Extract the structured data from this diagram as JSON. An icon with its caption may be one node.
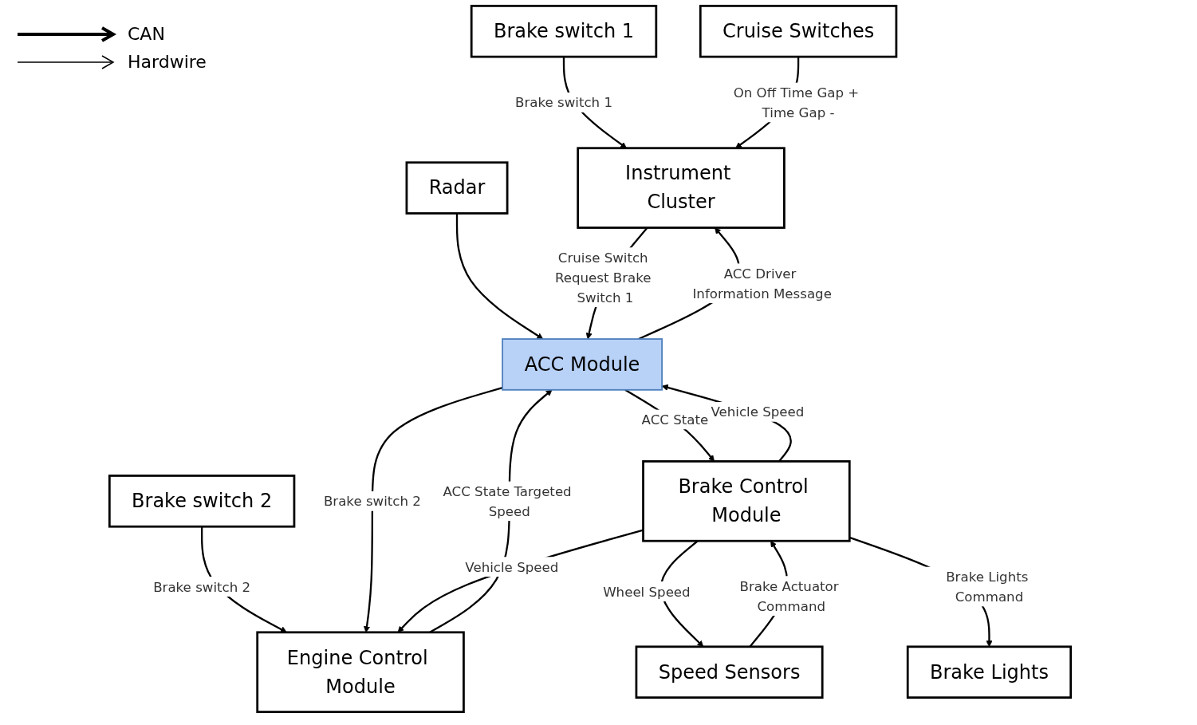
{
  "diagram": {
    "nodes": [
      {
        "text": [
          "Brake switch 1"
        ]
      },
      {
        "text": [
          "Radar"
        ]
      },
      {
        "text": [
          "Brake switch 2"
        ]
      },
      {
        "text": [
          "Instrument Cluster"
        ]
      },
      {
        "text": [
          "ACC Module"
        ]
      },
      {
        "text": [
          "Engine Control Module"
        ]
      },
      {
        "text": [
          "Cruise Switches"
        ]
      },
      {
        "text": [
          "Brake Control Module"
        ]
      },
      {
        "text": [
          "Speed Sensors"
        ]
      },
      {
        "text": [
          "Brake Lights"
        ]
      }
    ],
    "edges": [
      {
        "from": 0,
        "to": 3,
        "arrow": "to",
        "label": "Brake switch 1"
      },
      {
        "from": 1,
        "to": 4,
        "arrow": "to"
      },
      {
        "from": 2,
        "to": 5,
        "arrow": "to",
        "label": "Brake switch 2"
      },
      {
        "from": 3,
        "to": 4,
        "arrow": "to",
        "label": "Cruise Switch Request Brake Switch 1"
      },
      {
        "from": 4,
        "to": 3,
        "arrow": "to",
        "label": "ACC Driver Information Message"
      },
      {
        "from": 4,
        "to": 5,
        "arrow": "to",
        "label": "Brake switch 2"
      },
      {
        "from": 5,
        "to": 4,
        "arrow": "to",
        "label": "ACC State Targeted Speed"
      },
      {
        "from": 6,
        "to": 3,
        "arrow": "to",
        "label": "On Off Time Gap + Time Gap -"
      },
      {
        "from": 4,
        "to": 7,
        "arrow": "to",
        "label": "ACC State"
      },
      {
        "from": 7,
        "to": 4,
        "arrow": "to",
        "label": "Vehicle Speed"
      },
      {
        "from": 7,
        "to": 5,
        "arrow": "to",
        "label": "Vehicle Speed"
      },
      {
        "from": 7,
        "to": 8,
        "arrow": "to",
        "label": "Wheel Speed"
      },
      {
        "from": 8,
        "to": 7,
        "arrow": "to",
        "label": "Brake Actuator Command"
      },
      {
        "from": 7,
        "to": 9,
        "arrow": "to",
        "label": "Brake Lights Command"
      }
    ],
    "legend": [
      {
        "text": "CAN"
      },
      {
        "text": "Hardwire"
      }
    ]
  }
}
